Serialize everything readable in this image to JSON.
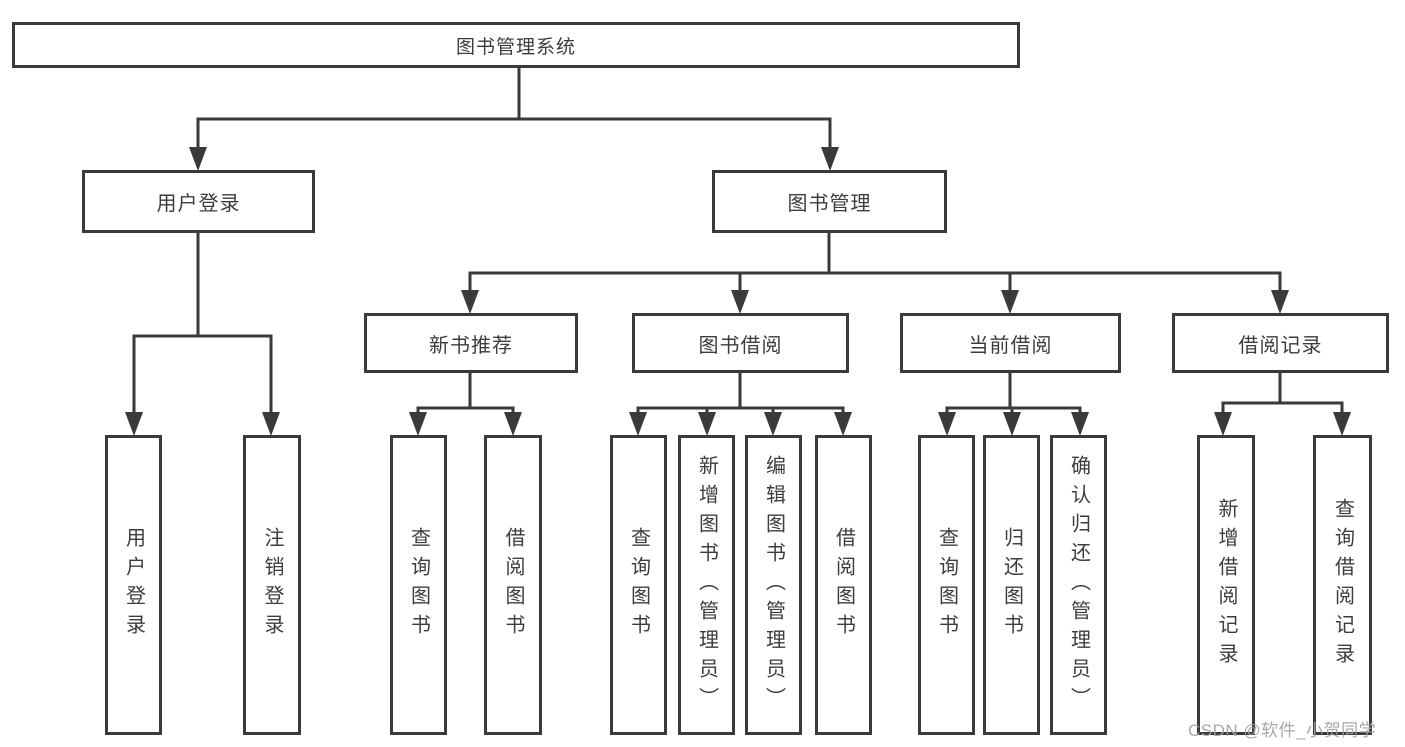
{
  "diagram": {
    "type": "hierarchy-tree",
    "tree": {
      "label": "图书管理系统",
      "children": [
        {
          "label": "用户登录",
          "children": [
            {
              "label": "用户登录"
            },
            {
              "label": "注销登录"
            }
          ]
        },
        {
          "label": "图书管理",
          "children": [
            {
              "label": "新书推荐",
              "children": [
                {
                  "label": "查询图书"
                },
                {
                  "label": "借阅图书"
                }
              ]
            },
            {
              "label": "图书借阅",
              "children": [
                {
                  "label": "查询图书"
                },
                {
                  "label": "新增图书（管理员）"
                },
                {
                  "label": "编辑图书（管理员）"
                },
                {
                  "label": "借阅图书"
                }
              ]
            },
            {
              "label": "当前借阅",
              "children": [
                {
                  "label": "查询图书"
                },
                {
                  "label": "归还图书"
                },
                {
                  "label": "确认归还（管理员）"
                }
              ]
            },
            {
              "label": "借阅记录",
              "children": [
                {
                  "label": "新增借阅记录"
                },
                {
                  "label": "查询借阅记录"
                }
              ]
            }
          ]
        }
      ]
    },
    "colors": {
      "line": "#3a3a3a",
      "box_border": "#3a3a3a",
      "box_fill": "#ffffff",
      "text": "#3d3d3d",
      "watermark": "#a1a1a1",
      "background": "#ffffff"
    }
  },
  "watermark": {
    "text": "CSDN @软件_小贺同学"
  }
}
